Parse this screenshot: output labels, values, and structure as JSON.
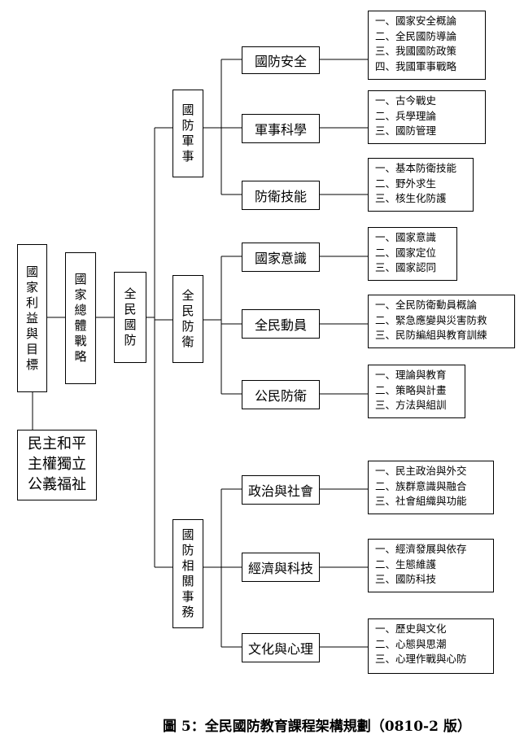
{
  "root": {
    "label": "國家利益與目標"
  },
  "root_sub": {
    "lines": [
      "民主和平",
      "主權獨立",
      "公義福祉"
    ]
  },
  "strategy": {
    "label": "國家總體戰略"
  },
  "program": {
    "label": "全民國防"
  },
  "domains": [
    {
      "label": "國防軍事",
      "topics": [
        {
          "label": "國防安全",
          "items": [
            "一、國家安全概論",
            "二、全民國防導論",
            "三、我國國防政策",
            "四、我國軍事戰略"
          ]
        },
        {
          "label": "軍事科學",
          "items": [
            "一、古今戰史",
            "二、兵學理論",
            "三、國防管理"
          ]
        },
        {
          "label": "防衛技能",
          "items": [
            "一、基本防衛技能",
            "二、野外求生",
            "三、核生化防護"
          ]
        }
      ]
    },
    {
      "label": "全民防衛",
      "topics": [
        {
          "label": "國家意識",
          "items": [
            "一、國家意識",
            "二、國家定位",
            "三、國家認同"
          ]
        },
        {
          "label": "全民動員",
          "items": [
            "一、全民防衛動員概論",
            "二、緊急應變與災害防救",
            "三、民防編組與教育訓練"
          ]
        },
        {
          "label": "公民防衛",
          "items": [
            "一、理論與教育",
            "二、策略與計畫",
            "三、方法與組訓"
          ]
        }
      ]
    },
    {
      "label": "國防相關事務",
      "topics": [
        {
          "label": "政治與社會",
          "items": [
            "一、民主政治與外交",
            "二、族群意識與融合",
            "三、社會組織與功能"
          ]
        },
        {
          "label": "經濟與科技",
          "items": [
            "一、經濟發展與依存",
            "二、生態維護",
            "三、國防科技"
          ]
        },
        {
          "label": "文化與心理",
          "items": [
            "一、歷史與文化",
            "二、心態與思潮",
            "三、心理作戰與心防"
          ]
        }
      ]
    }
  ],
  "caption": "圖 5：全民國防教育課程架構規劃（0810-2 版）"
}
